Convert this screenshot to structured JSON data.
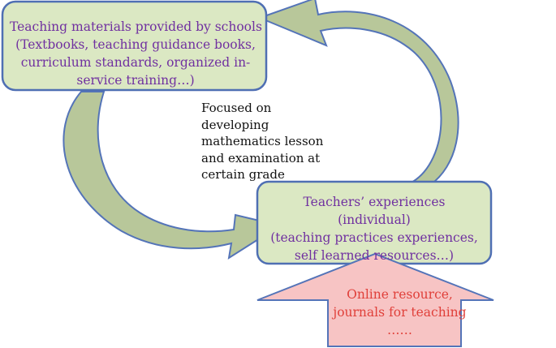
{
  "box_materials": {
    "lines": [
      "Teaching materials provided by schools",
      "(Textbooks, teaching guidance books,",
      "curriculum standards, organized in-",
      "service training…)"
    ]
  },
  "box_experiences": {
    "lines": [
      "Teachers’ experiences",
      "(individual)",
      "(teaching practices experiences,",
      "self learned resources…)"
    ]
  },
  "box_online": {
    "lines": [
      "Online resource,",
      "journals for teaching",
      "……"
    ]
  },
  "focus_note": {
    "lines": [
      "Focused on",
      "developing",
      "mathematics lesson",
      "and examination at",
      "certain grade"
    ]
  },
  "colors": {
    "box_fill": "#dbe8c3",
    "box_stroke": "#4f6fb3",
    "arrow_fill": "#b8c79a",
    "arrow_stroke": "#5474b8",
    "block_arrow_fill": "#f7c4c4",
    "block_arrow_stroke": "#5474b8",
    "purple_text": "#7030a0",
    "red_text": "#e0403a"
  }
}
